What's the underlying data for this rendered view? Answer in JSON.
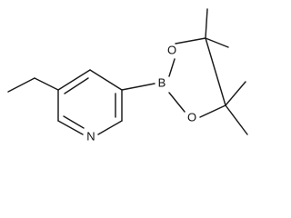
{
  "molecule": {
    "atom_labels": {
      "nitrogen": "N",
      "boron": "B",
      "oxygen_upper": "O",
      "oxygen_lower": "O"
    }
  }
}
